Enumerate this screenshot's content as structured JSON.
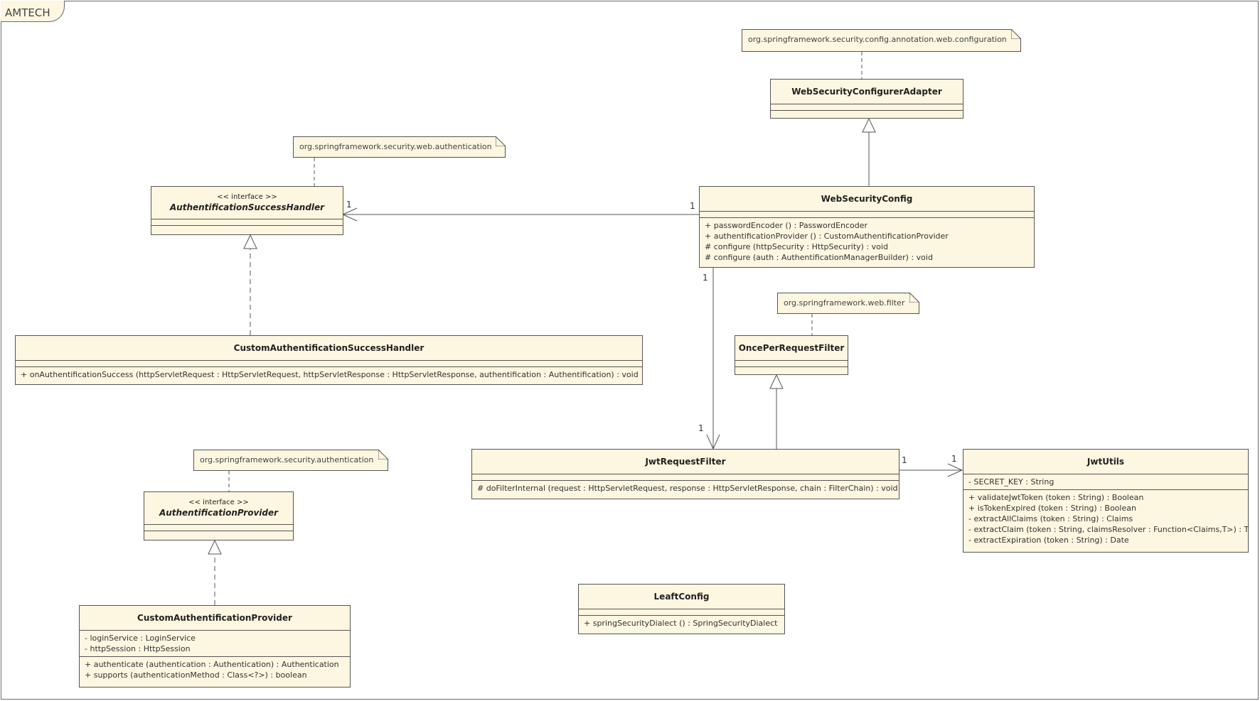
{
  "frame": {
    "label": "AMTECH"
  },
  "notes": {
    "config_annotation": "org.springframework.security.config.annotation.web.configuration",
    "web_authentication": "org.springframework.security.web.authentication",
    "web_filter": "org.springframework.web.filter",
    "authentication": "org.springframework.security.authentication"
  },
  "classes": {
    "web_security_configurer_adapter": {
      "name": "WebSecurityConfigurerAdapter"
    },
    "web_security_config": {
      "name": "WebSecurityConfig",
      "operations": [
        "+ passwordEncoder () : PasswordEncoder",
        "+ authentificationProvider () : CustomAuthentificationProvider",
        "# configure (httpSecurity : HttpSecurity) : void",
        "# configure (auth : AuthentificationManagerBuilder) : void"
      ]
    },
    "authentification_success_handler": {
      "stereotype": "<< interface >>",
      "name": "AuthentificationSuccessHandler"
    },
    "custom_authentification_success_handler": {
      "name": "CustomAuthentificationSuccessHandler",
      "operations": [
        "+ onAuthentificationSuccess (httpServletRequest : HttpServletRequest, httpServletResponse : HttpServletResponse, authentification : Authentification) : void"
      ]
    },
    "once_per_request_filter": {
      "name": "OncePerRequestFilter"
    },
    "jwt_request_filter": {
      "name": "JwtRequestFilter",
      "operations": [
        "# doFilterInternal (request : HttpServletRequest, response : HttpServletResponse, chain : FilterChain) : void"
      ]
    },
    "jwt_utils": {
      "name": "JwtUtils",
      "attributes": [
        "- SECRET_KEY : String"
      ],
      "operations": [
        "+ validateJwtToken (token : String) : Boolean",
        "+ isTokenExpired (token : String) : Boolean",
        "- extractAllClaims (token : String) : Claims",
        "- extractClaim (token : String, claimsResolver : Function<Claims,T>) : T",
        "- extractExpiration (token : String) : Date"
      ]
    },
    "authentification_provider": {
      "stereotype": "<< interface >>",
      "name": "AuthentificationProvider"
    },
    "custom_authentification_provider": {
      "name": "CustomAuthentificationProvider",
      "attributes": [
        "- loginService : LoginService",
        "- httpSession : HttpSession"
      ],
      "operations": [
        "+ authenticate (authentication : Authentication) : Authentication",
        "+ supports (authenticationMethod : Class<?>) : boolean"
      ]
    },
    "leaft_config": {
      "name": "LeaftConfig",
      "operations": [
        "+ springSecurityDialect () : SpringSecurityDialect"
      ]
    }
  },
  "multiplicities": {
    "config_handler_source": "1",
    "config_handler_target": "1",
    "config_filter_source": "1",
    "config_filter_target": "1",
    "filter_utils_source": "1",
    "filter_utils_target": "1"
  },
  "colors": {
    "fill": "#fdf6e0",
    "stroke": "#555555"
  }
}
